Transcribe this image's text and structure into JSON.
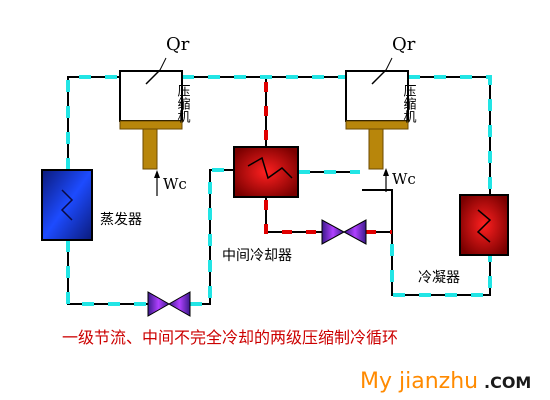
{
  "labels": {
    "qr_left": "Qr",
    "qr_right": "Qr",
    "wc_left": "Wc",
    "wc_right": "Wc",
    "compressor_left": "压缩机",
    "compressor_right": "压缩机",
    "evaporator": "蒸发器",
    "intercooler": "中间冷却器",
    "condenser": "冷凝器"
  },
  "caption": "一级节流、中间不完全冷却的两级压缩制冷循环",
  "watermark": {
    "main": "My jianzhu",
    "suffix": ".COM"
  },
  "colors": {
    "pipe": "#000000",
    "dash_cyan": "#22e5e5",
    "dash_red": "#e00000",
    "piston": "#b8860b",
    "evaporator": "#0a2a9a",
    "intercooler": "#cc0000",
    "condenser": "#cc0000",
    "valve": "#7b2bbf",
    "caption": "#cc0000",
    "watermark_main": "#ff8a00",
    "watermark_suffix": "#1a1a1a"
  },
  "icons": [
    "compressor-icon",
    "piston-icon",
    "evaporator-icon",
    "intercooler-icon",
    "condenser-icon",
    "expansion-valve-icon",
    "arrow-up-icon",
    "heat-arrow-icon"
  ]
}
